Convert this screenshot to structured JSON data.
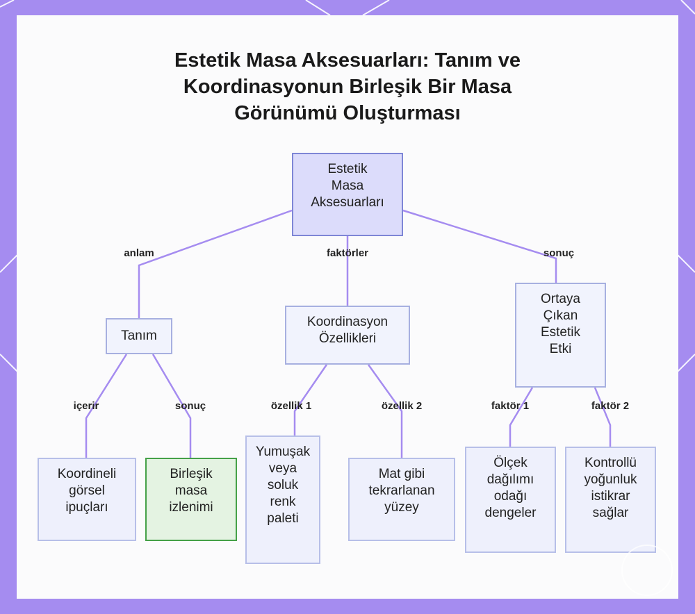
{
  "title_lines": [
    "Estetik Masa Aksesuarları: Tanım ve",
    "Koordinasyonun Birleşik Bir Masa",
    "Görünümü Oluşturması"
  ],
  "nodes": {
    "root": [
      "Estetik",
      "Masa",
      "Aksesuarları"
    ],
    "tanim": [
      "Tanım"
    ],
    "koordinasyon": [
      "Koordinasyon",
      "Özellikleri"
    ],
    "etki": [
      "Ortaya",
      "Çıkan",
      "Estetik",
      "Etki"
    ],
    "ipuclari": [
      "Koordineli",
      "görsel",
      "ipuçları"
    ],
    "izlenim": [
      "Birleşik",
      "masa",
      "izlenimi"
    ],
    "palet": [
      "Yumuşak",
      "veya",
      "soluk",
      "renk",
      "paleti"
    ],
    "yuzey": [
      "Mat gibi",
      "tekrarlanan",
      "yüzey"
    ],
    "olcek": [
      "Ölçek",
      "dağılımı",
      "odağı",
      "dengeler"
    ],
    "yogunluk": [
      "Kontrollü",
      "yoğunluk",
      "istikrar",
      "sağlar"
    ]
  },
  "edge_labels": {
    "anlam": "anlam",
    "faktorler": "faktörler",
    "sonuc_top": "sonuç",
    "icerir": "içerir",
    "sonuc_left": "sonuç",
    "ozellik1": "özellik 1",
    "ozellik2": "özellik 2",
    "faktor1": "faktör 1",
    "faktor2": "faktör 2"
  },
  "colors": {
    "frame": "#a58cf0",
    "edge": "#a58cf0",
    "root_fill": "#dcdcfb",
    "node_fill": "#eef0fc",
    "result_fill": "#e4f3e2",
    "result_border": "#45a148"
  }
}
